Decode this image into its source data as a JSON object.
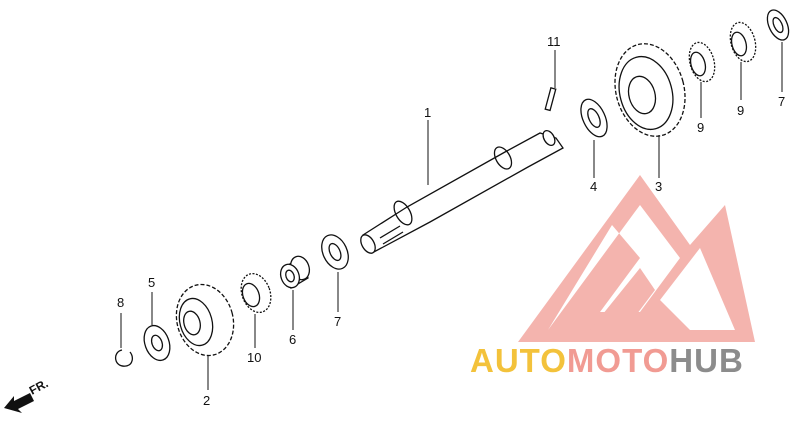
{
  "callouts": {
    "c1": "1",
    "c2": "2",
    "c3": "3",
    "c4": "4",
    "c5": "5",
    "c6": "6",
    "c7a": "7",
    "c7b": "7",
    "c8": "8",
    "c9a": "9",
    "c9b": "9",
    "c10": "10",
    "c11": "11"
  },
  "direction_label": "FR.",
  "watermark": {
    "word1": "AUTO",
    "word2": "MOTO",
    "word3": "HUB",
    "colors": {
      "auto": "#f3c23b",
      "moto": "#f19b93",
      "hub": "#8c8c8c",
      "logo": "#f19b93"
    }
  }
}
